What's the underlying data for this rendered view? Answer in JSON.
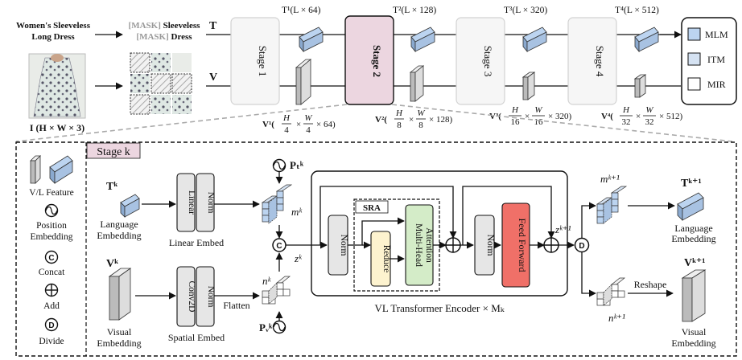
{
  "top": {
    "text_input": {
      "line1": "Women's Sleeveless",
      "line2": "Long Dress"
    },
    "masked_text": {
      "mask1": "[MASK]",
      "word1": " Sleeveless",
      "mask2": "[MASK]",
      "word2": " Dress"
    },
    "t_label": "T",
    "v_label": "V",
    "image_label": "I (H × W × 3)",
    "stages": [
      "Stage 1",
      "Stage 2",
      "Stage 3",
      "Stage 4"
    ],
    "t_dims": [
      "T¹(L × 64)",
      "T²(L × 128)",
      "T³(L × 320)",
      "T⁴(L × 512)"
    ],
    "v_dims": [
      {
        "name": "V¹(",
        "num1": "H",
        "den1": "4",
        "num2": "W",
        "den2": "4",
        "tail": "× 64)"
      },
      {
        "name": "V²(",
        "num1": "H",
        "den1": "8",
        "num2": "W",
        "den2": "8",
        "tail": "× 128)"
      },
      {
        "name": "V³(",
        "num1": "H",
        "den1": "16",
        "num2": "W",
        "den2": "16",
        "tail": "× 320)"
      },
      {
        "name": "V⁴(",
        "num1": "H",
        "den1": "32",
        "num2": "W",
        "den2": "32",
        "tail": "× 512)"
      }
    ],
    "tasks": [
      "MLM",
      "ITM",
      "MIR"
    ]
  },
  "legend": {
    "vl_feature": "V/L Feature",
    "position_embedding_1": "Position",
    "position_embedding_2": "Embedding",
    "concat_symbol": "C",
    "concat": "Concat",
    "add": "Add",
    "divide_symbol": "D",
    "divide": "Divide"
  },
  "stage_k": {
    "title": "Stage k",
    "tk": "Tᵏ",
    "vk": "Vᵏ",
    "language_embedding_1": "Language",
    "language_embedding_2": "Embedding",
    "visual_embedding_1": "Visual",
    "visual_embedding_2": "Embedding",
    "linear": "Linear",
    "norm": "Norm",
    "conv2d": "Conv2D",
    "linear_embed": "Linear Embed",
    "spatial_embed": "Spatial Embed",
    "flatten": "Flatten",
    "ptk": "Pₜᵏ",
    "pvk": "Pᵥᵏ",
    "mk": "mᵏ",
    "nk": "nᵏ",
    "zk": "zᵏ",
    "concat_symbol": "C",
    "sra": "SRA",
    "reduce": "Reduce",
    "mha_1": "Multi-Head",
    "mha_2": "Attention",
    "feed_forward": "Feed Forward",
    "encoder_label": "VL Transformer Encoder × Mₖ",
    "zk1": "zᵏ⁺¹",
    "divide_symbol": "D",
    "mk1": "mᵏ⁺¹",
    "nk1": "nᵏ⁺¹",
    "reshape": "Reshape",
    "tk1": "Tᵏ⁺¹",
    "vk1": "Vᵏ⁺¹",
    "out_language_1": "Language",
    "out_language_2": "Embedding",
    "out_visual_1": "Visual",
    "out_visual_2": "Embedding"
  },
  "colors": {
    "stage_highlight": "#ecd6e0",
    "reduce": "#fdf3cf",
    "mha": "#d4ecc8",
    "feed_forward": "#f07068",
    "norm": "#e6e6e6",
    "feature_blue": "#bcd4f0",
    "faded": "#d6d6d6"
  }
}
